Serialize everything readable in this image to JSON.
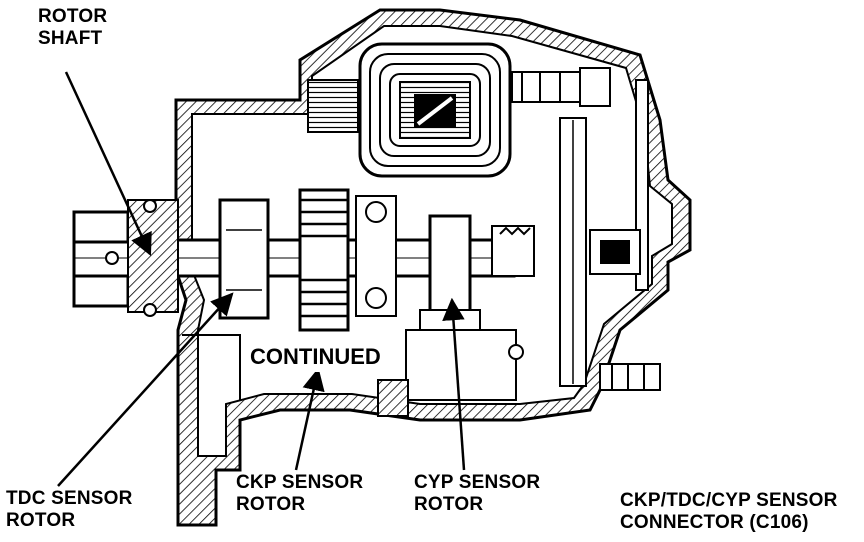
{
  "labels": {
    "rotor_shaft": [
      "ROTOR",
      "SHAFT"
    ],
    "tdc_sensor_rotor": [
      "TDC SENSOR",
      "ROTOR"
    ],
    "ckp_sensor_rotor": [
      "CKP SENSOR",
      "ROTOR"
    ],
    "cyp_sensor_rotor": [
      "CYP SENSOR",
      "ROTOR"
    ],
    "connector": [
      "CKP/TDC/CYP SENSOR",
      "CONNECTOR (C106)"
    ]
  },
  "banner": "CONTINUED"
}
